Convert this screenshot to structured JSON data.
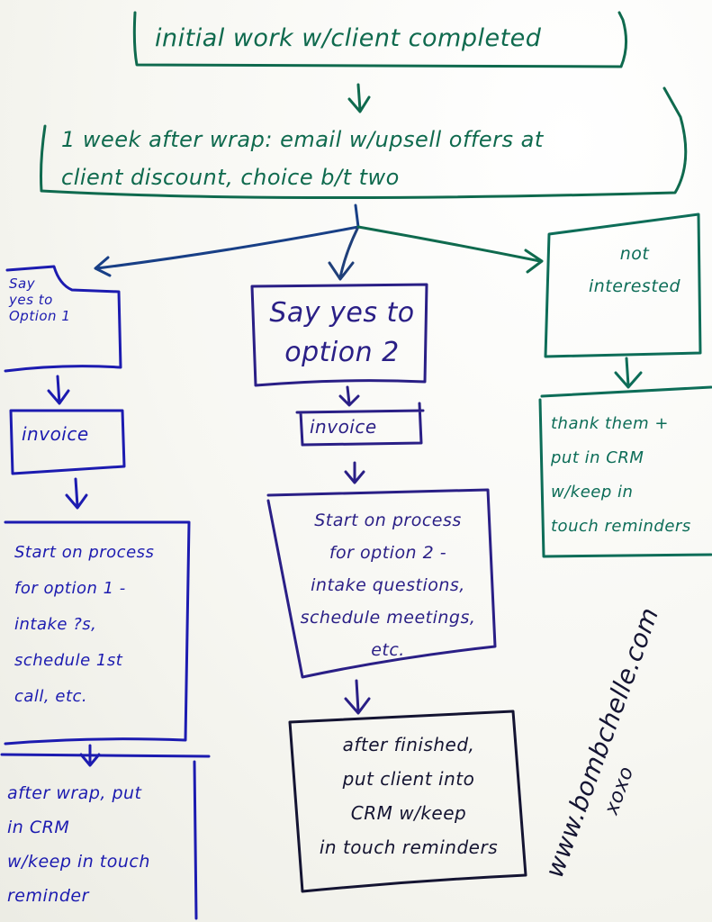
{
  "flowchart": {
    "start": "initial work w/client completed",
    "email_step": "1 week after wrap: email w/upsell offers at\nclient discount, choice b/t two",
    "branch_option1": {
      "choice": "Say\nyes to\nOption 1",
      "invoice": "invoice",
      "process": "Start on process\nfor option 1 -\nintake ?s,\nschedule 1st\ncall, etc.",
      "after": "after wrap, put\nin CRM\nw/keep in touch\nreminder"
    },
    "branch_option2": {
      "choice": "Say yes to\noption 2",
      "invoice": "invoice",
      "process": "Start on process\nfor option 2 -\nintake questions,\nschedule meetings,\netc.",
      "after": "after finished,\nput client into\nCRM w/keep\nin touch reminders"
    },
    "branch_not_interested": {
      "choice": "not\ninterested",
      "followup": "thank them +\nput in CRM\nw/keep in\ntouch reminders"
    }
  },
  "signature": {
    "website": "www.bombchelle.com",
    "sign_off": "xoxo"
  },
  "colors": {
    "green_marker": "#0f6a4e",
    "teal_marker": "#0d6d58",
    "indigo_marker": "#2a1f86",
    "blue_marker": "#1c1bb0",
    "black_marker": "#141432"
  }
}
